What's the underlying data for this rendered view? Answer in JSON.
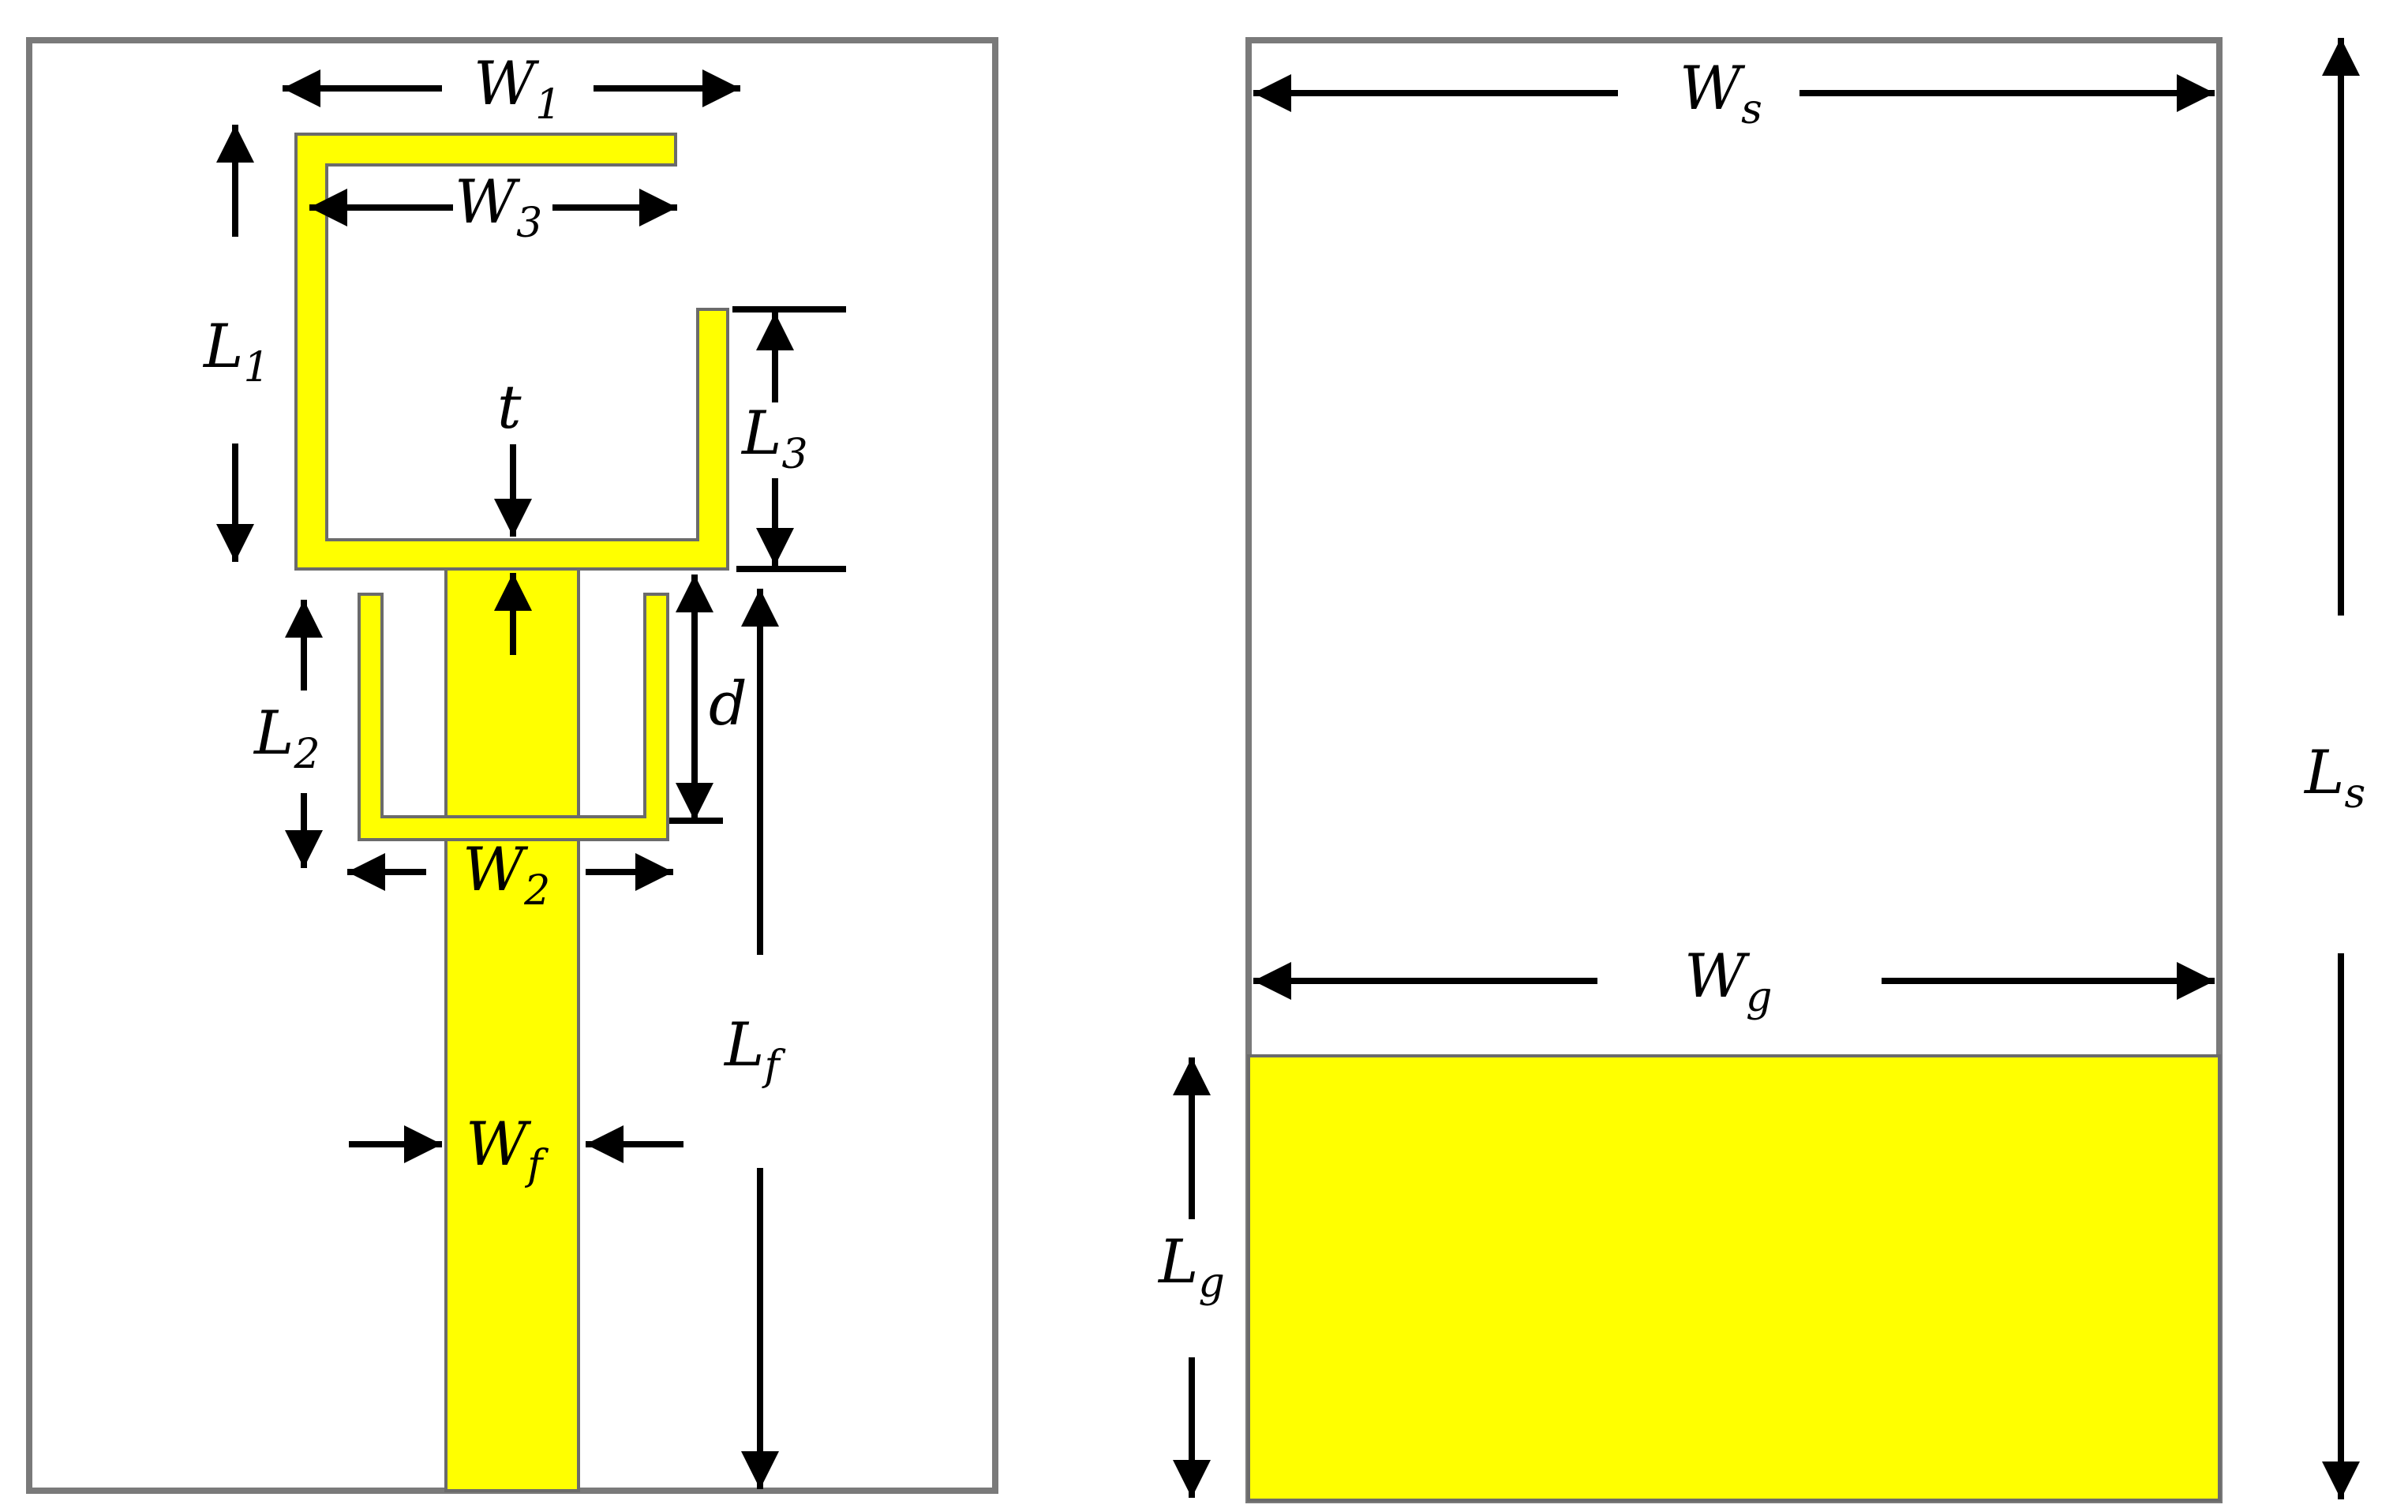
{
  "colors": {
    "copper": "#ffff00",
    "copper_outline": "#6b6b6b",
    "substrate_border": "#7a7a7a",
    "arrow": "#000000",
    "background": "#ffffff"
  },
  "front_view": {
    "labels": {
      "W1": {
        "main": "W",
        "sub": "1"
      },
      "W3": {
        "main": "W",
        "sub": "3"
      },
      "L1": {
        "main": "L",
        "sub": "1"
      },
      "t": {
        "main": "t",
        "sub": ""
      },
      "L3": {
        "main": "L",
        "sub": "3"
      },
      "L2": {
        "main": "L",
        "sub": "2"
      },
      "d": {
        "main": "d",
        "sub": ""
      },
      "W2": {
        "main": "W",
        "sub": "2"
      },
      "Lf": {
        "main": "L",
        "sub": "f"
      },
      "Wf": {
        "main": "W",
        "sub": "f"
      }
    }
  },
  "back_view": {
    "labels": {
      "Ws": {
        "main": "W",
        "sub": "s"
      },
      "Wg": {
        "main": "W",
        "sub": "g"
      },
      "Ls": {
        "main": "L",
        "sub": "s"
      },
      "Lg": {
        "main": "L",
        "sub": "g"
      }
    }
  }
}
